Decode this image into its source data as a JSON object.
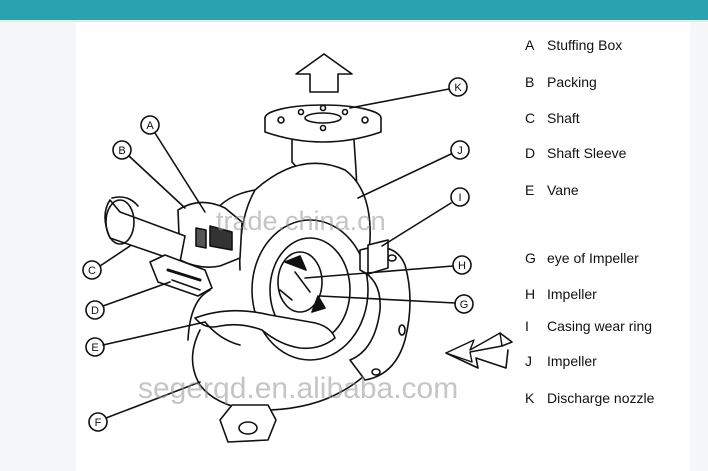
{
  "legend": [
    {
      "key": "A",
      "label": "Stuffing Box"
    },
    {
      "key": "B",
      "label": "Packing"
    },
    {
      "key": "C",
      "label": "Shaft"
    },
    {
      "key": "D",
      "label": "Shaft Sleeve"
    },
    {
      "key": "E",
      "label": "Vane"
    },
    {
      "key": "G",
      "label": "eye of Impeller"
    },
    {
      "key": "H",
      "label": "Impeller"
    },
    {
      "key": "I",
      "label": "Casing wear ring"
    },
    {
      "key": "J",
      "label": "Impeller"
    },
    {
      "key": "K",
      "label": "Discharge nozzle"
    }
  ],
  "callouts": [
    "A",
    "B",
    "C",
    "D",
    "E",
    "F",
    "G",
    "H",
    "I",
    "J",
    "K"
  ],
  "watermarks": [
    "trade.china.cn",
    "segerqd.en.alibaba.com"
  ],
  "colors": {
    "topbar": "#2aa3b1",
    "ink": "#111111"
  }
}
